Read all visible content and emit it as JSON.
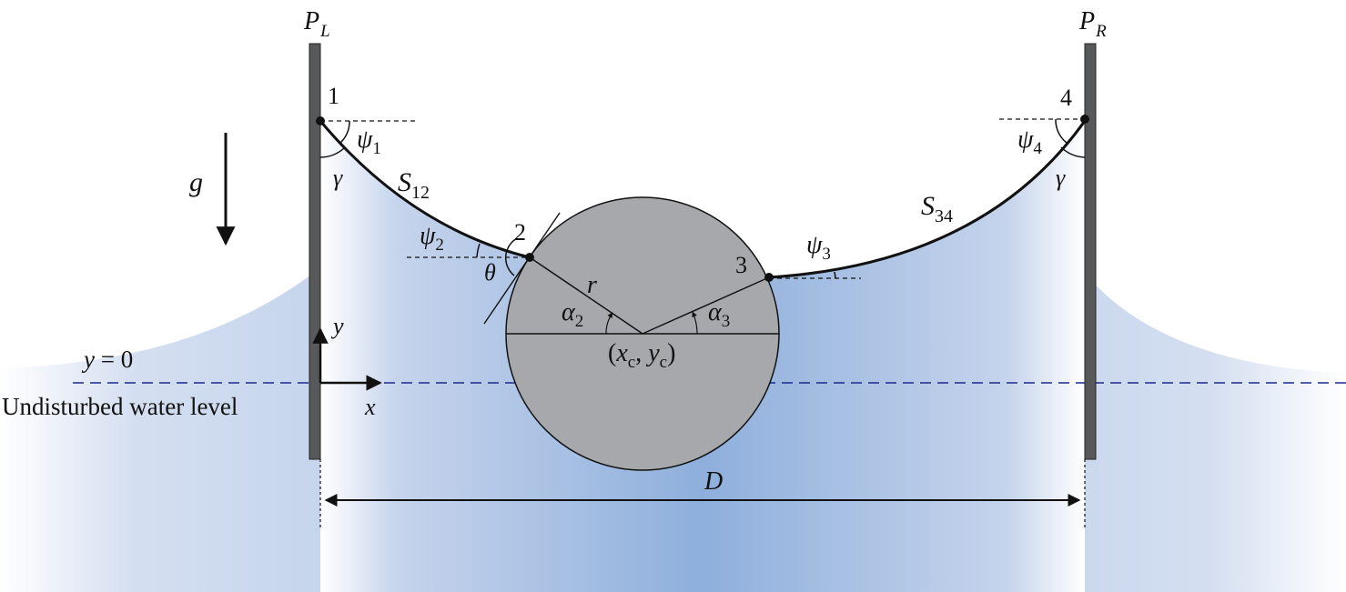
{
  "colors": {
    "water": "#8eafdc",
    "water_edge": "#ffffff",
    "cylinder": "#a7a8ab",
    "plate": "#58595b",
    "waterline": "#1c2a8c",
    "ink": "#111111"
  },
  "labels": {
    "plate_left": {
      "main": "P",
      "sub": "L"
    },
    "plate_right": {
      "main": "P",
      "sub": "R"
    },
    "gravity": "g",
    "point_1": "1",
    "point_2": "2",
    "point_3": "3",
    "point_4": "4",
    "psi_1": {
      "main": "ψ",
      "sub": "1"
    },
    "psi_2": {
      "main": "ψ",
      "sub": "2"
    },
    "psi_3": {
      "main": "ψ",
      "sub": "3"
    },
    "psi_4": {
      "main": "ψ",
      "sub": "4"
    },
    "gamma_left": "γ",
    "gamma_right": "γ",
    "s12": {
      "main": "S",
      "sub": "12"
    },
    "s34": {
      "main": "S",
      "sub": "34"
    },
    "theta": "θ",
    "radius": "r",
    "alpha_2": {
      "main": "α",
      "sub": "2"
    },
    "alpha_3": {
      "main": "α",
      "sub": "3"
    },
    "center": {
      "open": "(",
      "x": "x",
      "xsub": "c",
      "comma": ", ",
      "y": "y",
      "ysub": "c",
      "close": ")"
    },
    "y_axis": "y",
    "x_axis": "x",
    "y_zero": {
      "var": "y",
      "rest": " = 0"
    },
    "water_level": "Undisturbed water level",
    "distance": "D"
  }
}
